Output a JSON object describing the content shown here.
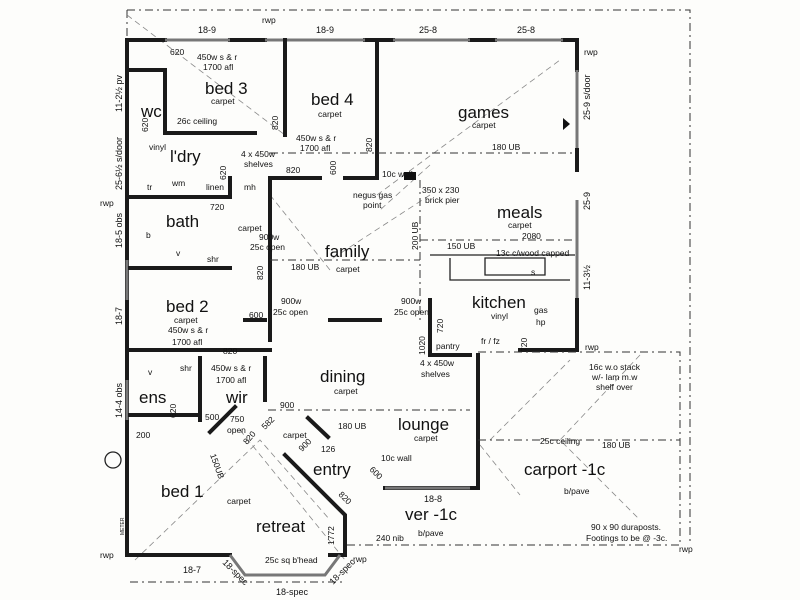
{
  "rooms": {
    "bed3": {
      "name": "bed 3",
      "floor": "carpet"
    },
    "bed4": {
      "name": "bed 4",
      "floor": "carpet"
    },
    "games": {
      "name": "games",
      "floor": "carpet"
    },
    "wc": {
      "name": "wc"
    },
    "laundry": {
      "name": "l'dry",
      "floor": "vinyl"
    },
    "bath": {
      "name": "bath"
    },
    "family": {
      "name": "family",
      "floor": "carpet"
    },
    "meals": {
      "name": "meals",
      "floor": "carpet"
    },
    "kitchen": {
      "name": "kitchen",
      "floor": "vinyl"
    },
    "bed2": {
      "name": "bed 2",
      "floor": "carpet"
    },
    "dining": {
      "name": "dining",
      "floor": "carpet"
    },
    "ens": {
      "name": "ens"
    },
    "wir": {
      "name": "wir"
    },
    "lounge": {
      "name": "lounge",
      "floor": "carpet"
    },
    "entry": {
      "name": "entry",
      "floor": "carpet"
    },
    "bed1": {
      "name": "bed 1",
      "floor": "carpet"
    },
    "retreat": {
      "name": "retreat"
    },
    "verandah": {
      "name": "ver -1c",
      "floor": "b/pave"
    },
    "carport": {
      "name": "carport -1c",
      "floor": "b/pave"
    },
    "pantry": {
      "name": "pantry"
    },
    "fridge": {
      "name": "fr / fz"
    },
    "linen": {
      "name": "linen"
    }
  },
  "dimensions": {
    "top1": "18-9",
    "top2": "18-9",
    "top3": "25-8",
    "top4": "25-8",
    "left_wc": "11-2½ pv",
    "left_ldry": "25-6½ s/door",
    "left_bath": "18-5 obs",
    "left_bed2": "18-7",
    "left_ens": "14-4 obs",
    "right_games": "25-9 s/door",
    "right_meals": "25-9",
    "right_kitchen": "11-3½",
    "bottom_bed1": "18-7",
    "bay1": "18-spec",
    "bay2": "18-spec",
    "bay3": "18-spec",
    "ver": "18-8"
  },
  "notes": {
    "rwp": "rwp",
    "bed3_robe": "450w s & r",
    "bed3_robe2": "1700 afl",
    "d620a": "620",
    "bed4_robe": "450w s & r",
    "bed4_robe2": "1700 afl",
    "wc_ceiling": "26c ceiling",
    "d620b": "620",
    "d620c": "620",
    "ldry_shelves": "4 x 450w",
    "ldry_shelves2": "shelves",
    "wm": "wm",
    "tr": "tr",
    "mh": "mh",
    "d820a": "820",
    "d820b": "820",
    "d820c": "820",
    "d600a": "600",
    "wall10c": "10c wall",
    "gas": "negus gas",
    "gas2": "point",
    "pier": "350 x 230",
    "pier2": "brick pier",
    "ub180a": "180 UB",
    "ub180b": "180 UB",
    "ub180c": "180 UB",
    "ub180d": "180 UB",
    "ub200": "200 UB",
    "ub150": "150 UB",
    "ub150b": "150UB",
    "d720a": "720",
    "d720b": "720",
    "d720c": "720",
    "d1020": "1020",
    "hall_carpet": "carpet",
    "open900a": "900w",
    "open900a2": "25c open",
    "open900b": "900w",
    "open900b2": "25c open",
    "open900c": "900w",
    "open900c2": "25c open",
    "d820d": "820",
    "d600b": "600",
    "d820e": "820",
    "bed2_robe": "450w s & r",
    "bed2_robe2": "1700 afl",
    "wir_robe": "450w s & r",
    "wir_robe2": "1700 afl",
    "b": "b",
    "v1": "v",
    "v2": "v",
    "shr1": "shr",
    "shr2": "shr",
    "d2080": "2080",
    "capped": "13c c/wood capped",
    "s": "s",
    "gas_hp": "gas",
    "gas_hp2": "hp",
    "pantry_shelves": "4 x 450w",
    "pantry_shelves2": "shelves",
    "stack": "16c w.o stack",
    "stack2": "w/- lam m.w",
    "stack3": "shelf over",
    "d900": "900",
    "d582": "582",
    "d126": "126",
    "d900b": "900",
    "d820f": "820",
    "d820g": "820",
    "wir_open": "750",
    "wir_open2": "open",
    "d500": "500",
    "d200": "200",
    "d620ens": "620",
    "wall10c_b": "10c wall",
    "d600c": "600",
    "nib": "240 nib",
    "d1772": "1772",
    "bulkhead": "25c sq b'head",
    "carport_ceiling": "25c ceiling",
    "posts": "90 x 90 duraposts.",
    "posts2": "Footings to be @ -3c.",
    "meter": "METER"
  }
}
